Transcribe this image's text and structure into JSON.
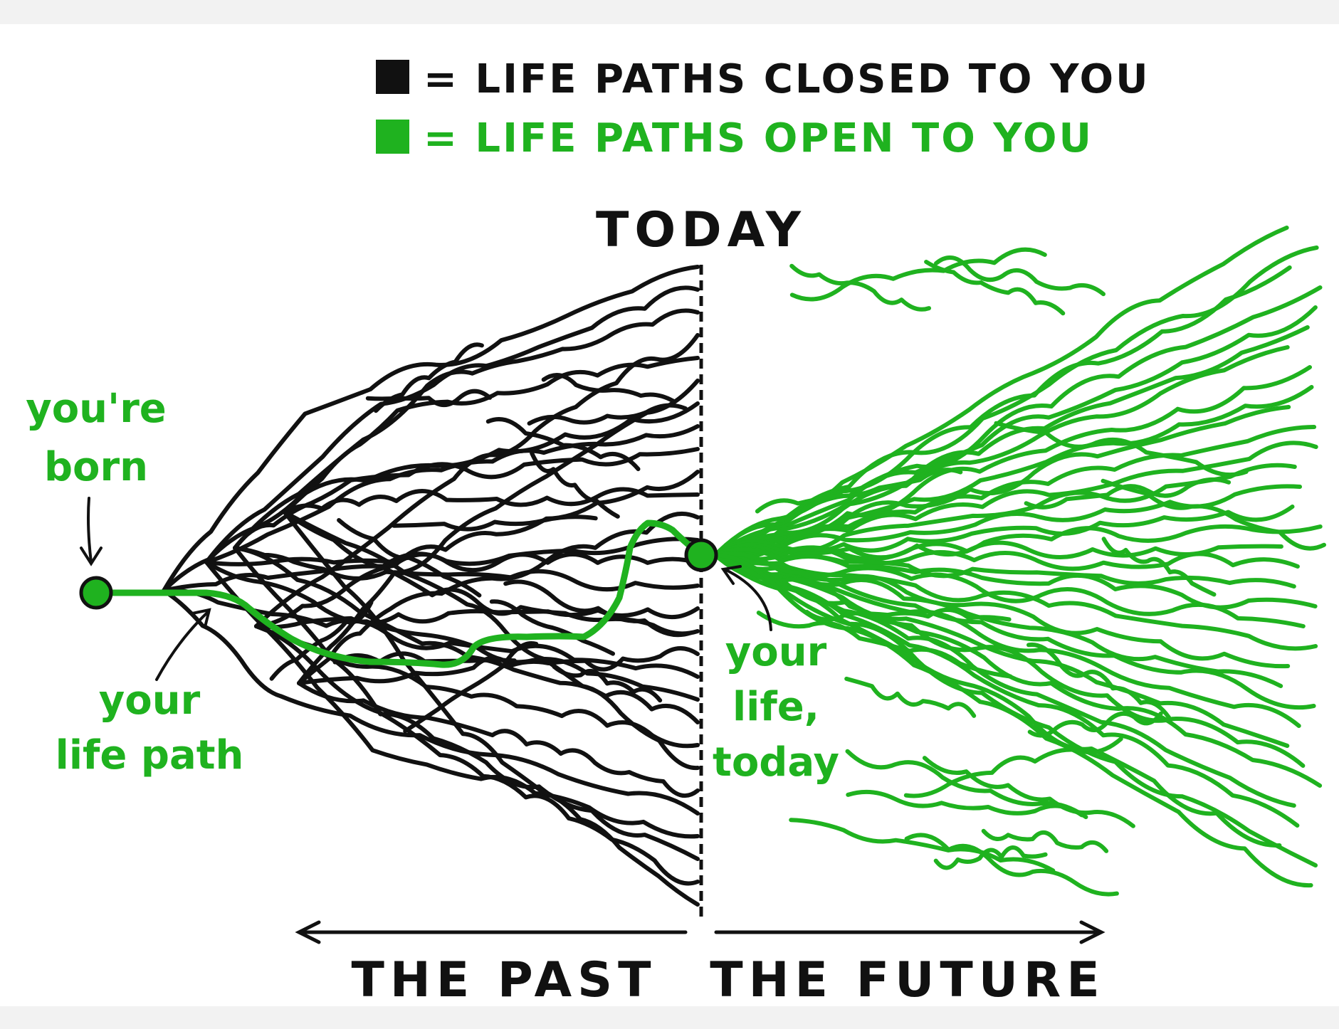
{
  "colors": {
    "closed": "#111111",
    "open": "#1fb21f",
    "background": "#ffffff",
    "page_band": "#f2f2f2"
  },
  "legend": {
    "closed_label": "= LIFE PATHS CLOSED TO YOU",
    "open_label": "= LIFE PATHS OPEN TO YOU"
  },
  "labels": {
    "today": "TODAY",
    "born_line1": "you're",
    "born_line2": "born",
    "path_line1": "your",
    "path_line2": "life path",
    "today_line1": "your",
    "today_line2": "life,",
    "today_line3": "today",
    "past": "THE PAST",
    "future": "THE FUTURE"
  }
}
